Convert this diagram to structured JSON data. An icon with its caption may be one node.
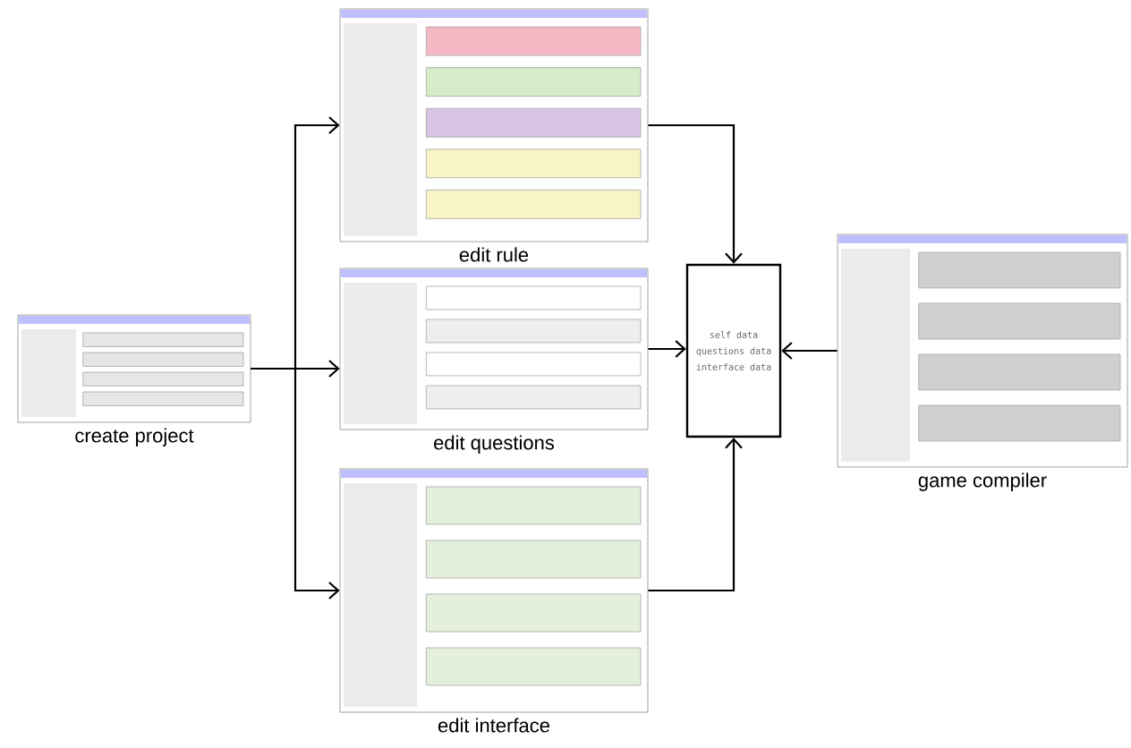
{
  "diagram": {
    "nodes": [
      {
        "text": [],
        "shape": "picture",
        "beside": [
          "create project"
        ]
      },
      {
        "text": [],
        "shape": "picture",
        "beside": [
          "edit rule"
        ]
      },
      {
        "text": [],
        "shape": "picture",
        "beside": [
          "edit questions"
        ]
      },
      {
        "text": [],
        "shape": "picture",
        "beside": [
          "edit interface"
        ]
      },
      {
        "text": [],
        "shape": "picture",
        "beside": [
          "game compiler"
        ]
      },
      {
        "text": [
          "self data",
          "questions data",
          "interface data"
        ]
      }
    ],
    "edges": [
      {
        "from": 0,
        "to": 1,
        "arrow": "to"
      },
      {
        "from": 0,
        "to": 2,
        "arrow": "to"
      },
      {
        "from": 0,
        "to": 3,
        "arrow": "to"
      },
      {
        "from": 1,
        "to": 5,
        "arrow": "to"
      },
      {
        "from": 2,
        "to": 5,
        "arrow": "to"
      },
      {
        "from": 3,
        "to": 5,
        "arrow": "to"
      },
      {
        "from": 4,
        "to": 5,
        "arrow": "to"
      }
    ]
  }
}
